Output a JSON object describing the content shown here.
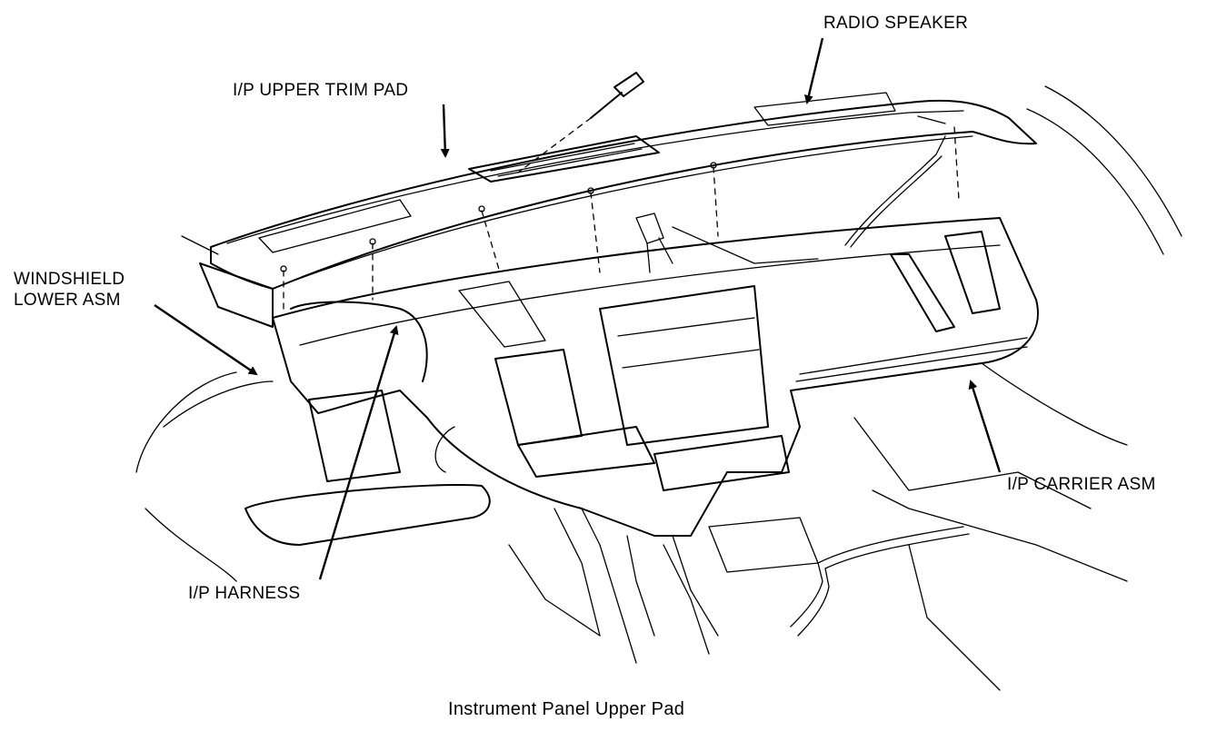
{
  "callouts": {
    "radio_speaker": "RADIO SPEAKER",
    "upper_trim_pad": "I/P UPPER TRIM PAD",
    "windshield_line1": "WINDSHIELD",
    "windshield_line2": "LOWER ASM",
    "carrier_asm": "I/P CARRIER ASM",
    "harness": "I/P HARNESS"
  },
  "caption": "Instrument Panel Upper Pad"
}
